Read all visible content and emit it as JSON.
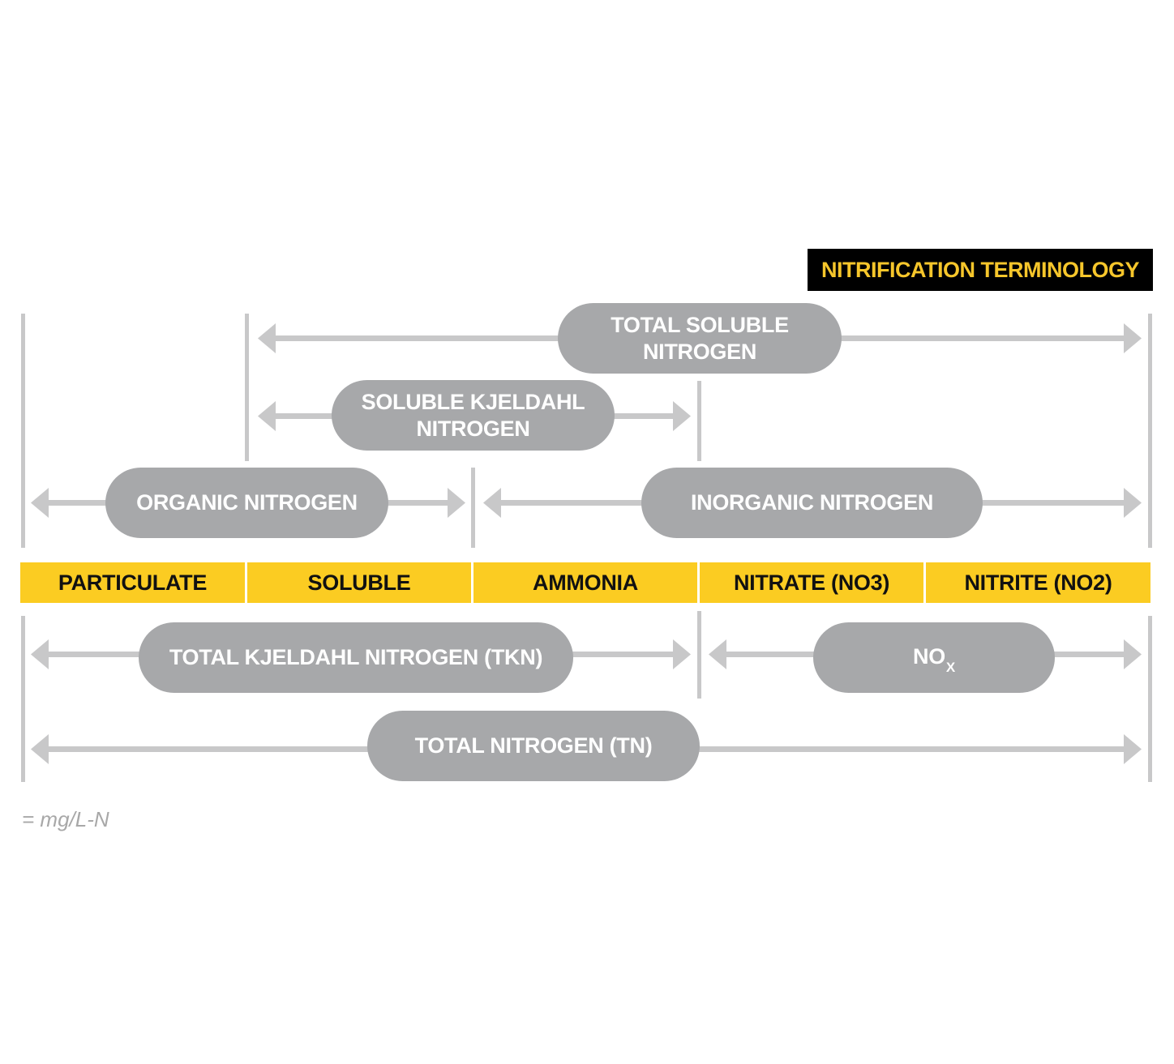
{
  "title": "NITRIFICATION TERMINOLOGY",
  "brackets": {
    "total_soluble_nitrogen": [
      "TOTAL SOLUBLE",
      "NITROGEN"
    ],
    "soluble_kjeldahl_nitrogen": [
      "SOLUBLE KJELDAHL",
      "NITROGEN"
    ],
    "organic_nitrogen": "ORGANIC NITROGEN",
    "inorganic_nitrogen": "INORGANIC NITROGEN",
    "tkn": "TOTAL KJELDAHL NITROGEN (TKN)",
    "nox": {
      "base": "NO",
      "subscript": "X"
    },
    "tn": "TOTAL NITROGEN (TN)"
  },
  "categories": [
    "PARTICULATE",
    "SOLUBLE",
    "AMMONIA",
    "NITRATE (NO3)",
    "NITRITE (NO2)"
  ],
  "unit_note": "= mg/L-N",
  "colors": {
    "accent_yellow": "#fbcc22",
    "title_text": "#f6c62b",
    "pill_gray": "#a7a8aa",
    "line_gray": "#c8c8c9"
  }
}
